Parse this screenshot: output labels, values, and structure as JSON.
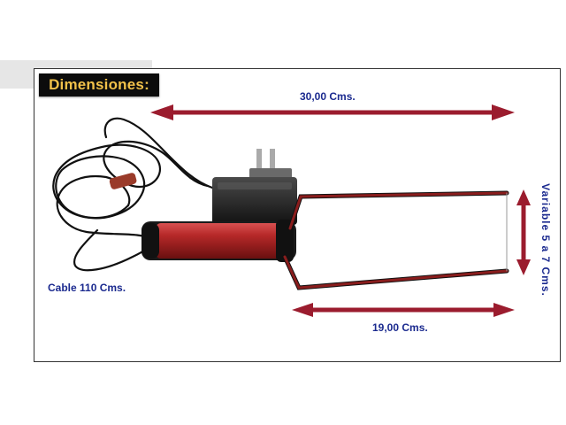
{
  "title": "Dimensiones:",
  "labels": {
    "width_top": "30,00 Cms.",
    "width_bottom": "19,00 Cms.",
    "cable": "Cable 110 Cms.",
    "gap": "Variable  5 a 7 Cms."
  },
  "colors": {
    "arrow": "#9b1c2e",
    "label_text": "#1b2a8f",
    "title_text": "#f1c14a",
    "title_bg": "#0c0c0c",
    "handle": "#b22a2a"
  }
}
